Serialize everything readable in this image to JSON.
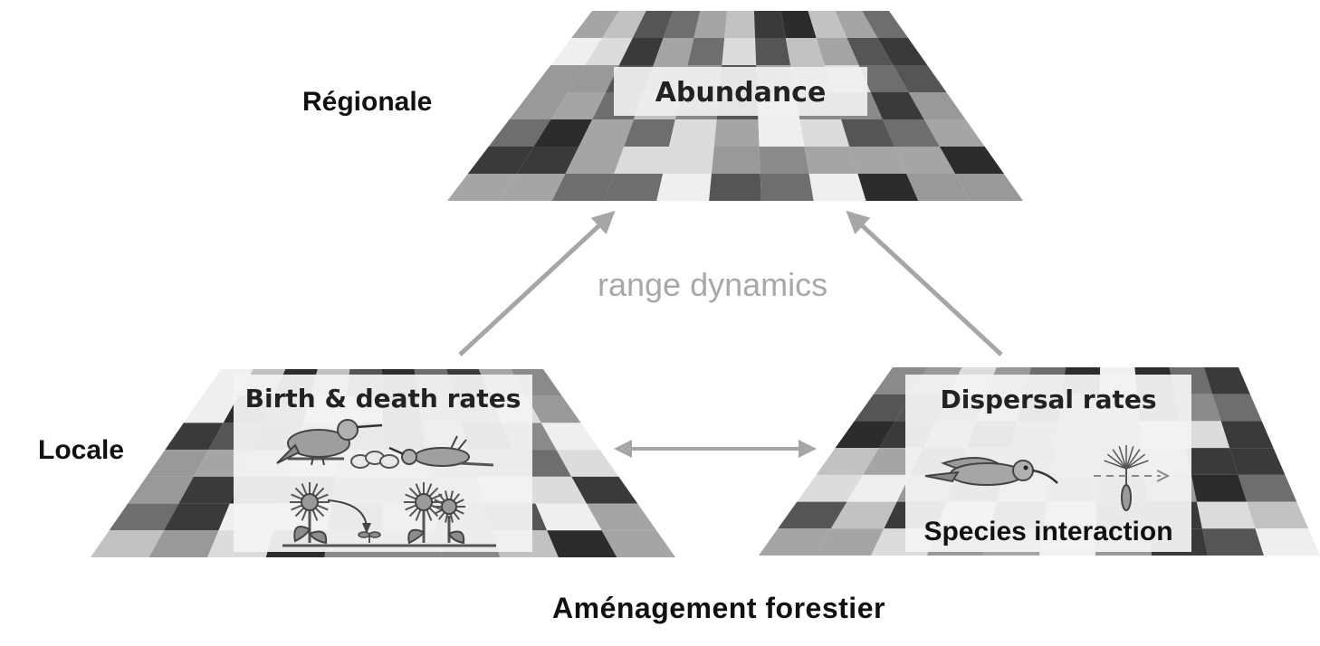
{
  "labels": {
    "regional": "Régionale",
    "local": "Locale",
    "center": "range dynamics",
    "bottom": "Aménagement  forestier"
  },
  "boxes": {
    "regional_title": "Abundance",
    "birth_death_title": "Birth & death rates",
    "dispersal_title": "Dispersal rates",
    "species_title": "Species  interaction"
  },
  "colors": {
    "arrow": "#a6a6a6",
    "text_dark": "#111111",
    "text_grey": "#a8a8a8"
  }
}
